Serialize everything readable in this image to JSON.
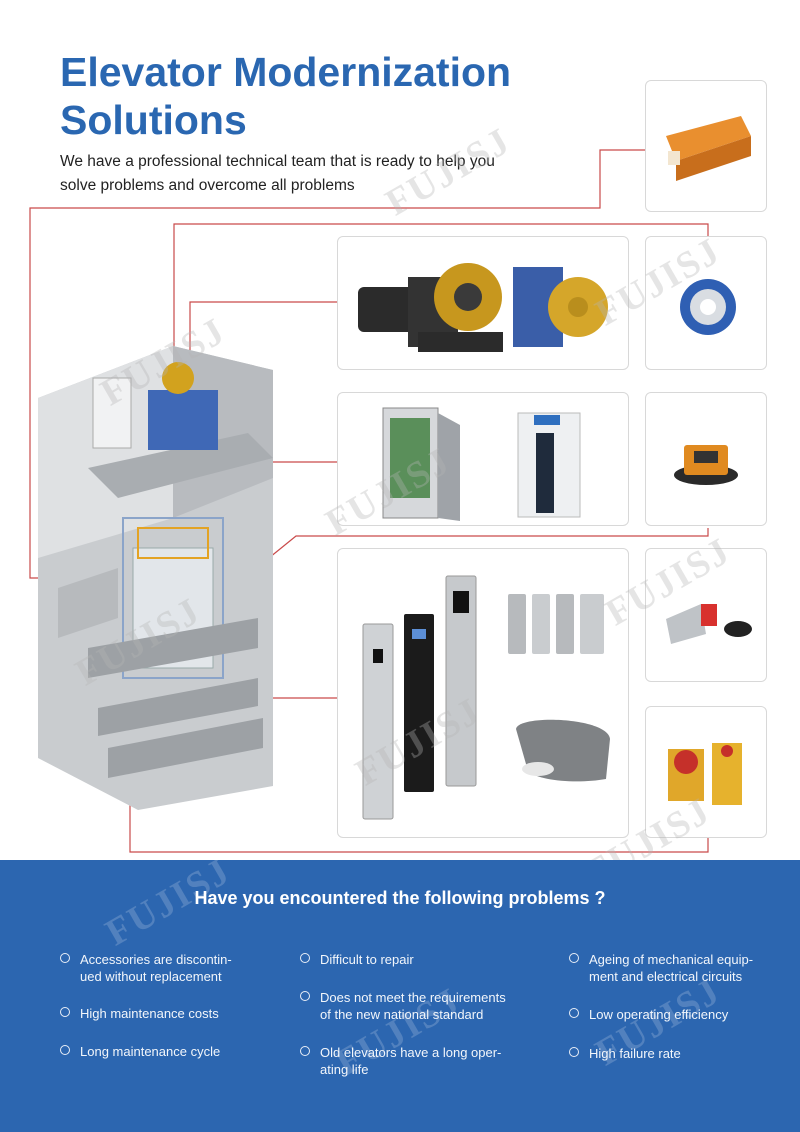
{
  "header": {
    "title_line1": "Elevator Modernization",
    "title_line2": "Solutions",
    "subtitle_line1": "We have a professional technical team that is ready to help you",
    "subtitle_line2": "solve problems and overcome all problems"
  },
  "watermark": "FUJISJ",
  "colors": {
    "title": "#2a67b1",
    "wire": "#c94a4a",
    "panel": "#2c66b0"
  },
  "problems": {
    "title": "Have you encountered the following problems ?",
    "items": [
      "Accessories are discontin-\nued without replacement",
      "High maintenance costs",
      "Long maintenance cycle",
      "Difficult to repair",
      "Does not meet the requirements\nof the new national standard",
      "Old elevators have a long oper-\nating life",
      "Ageing of mechanical equip-\nment and electrical circuits",
      "Low operating efficiency",
      "High failure rate"
    ]
  }
}
